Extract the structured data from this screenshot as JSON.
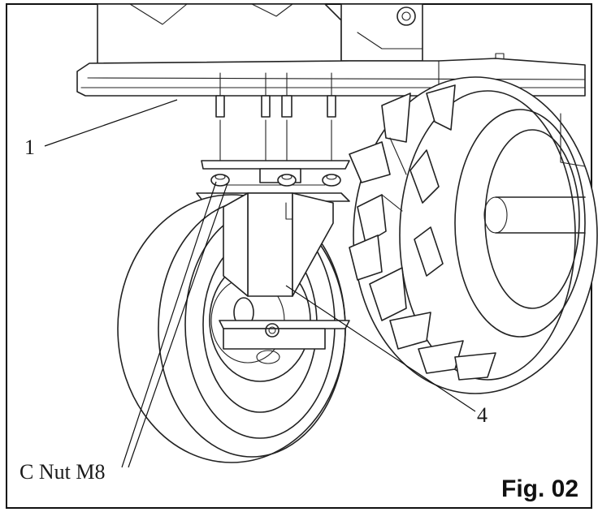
{
  "figure": {
    "caption": "Fig. 02",
    "callouts": {
      "part_1": "1",
      "part_4": "4",
      "nut": "C Nut M8"
    }
  }
}
